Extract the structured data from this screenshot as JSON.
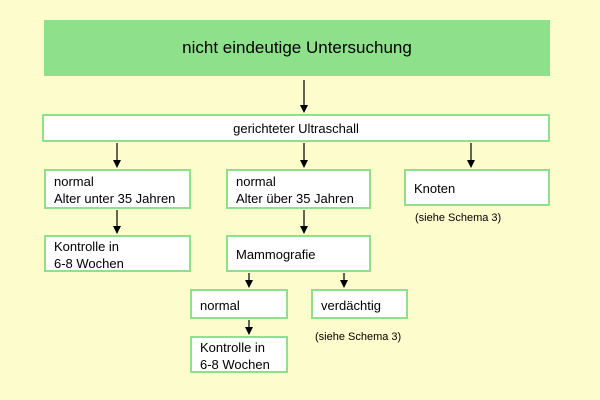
{
  "colors": {
    "background": "#fdfccc",
    "box_fill": "#ffffff",
    "box_border": "#8ee18a",
    "header_fill": "#8ee18a",
    "arrow": "#000000"
  },
  "nodes": {
    "header": "nicht eindeutige Untersuchung",
    "ultrasound": "gerichteter Ultraschall",
    "normal_under_35": {
      "line1": "normal",
      "line2": "Alter unter 35 Jahren"
    },
    "normal_over_35": {
      "line1": "normal",
      "line2": "Alter über 35 Jahren"
    },
    "knoten": "Knoten",
    "kontrolle_left": {
      "line1": "Kontrolle in",
      "line2": "6-8 Wochen"
    },
    "mammografie": "Mammografie",
    "mammo_normal": "normal",
    "verdaechtig": "verdächtig",
    "kontrolle_bottom": {
      "line1": "Kontrolle in",
      "line2": "6-8 Wochen"
    }
  },
  "notes": {
    "schema_knoten": "(siehe Schema 3)",
    "schema_verdaechtig": "(siehe Schema 3)"
  }
}
